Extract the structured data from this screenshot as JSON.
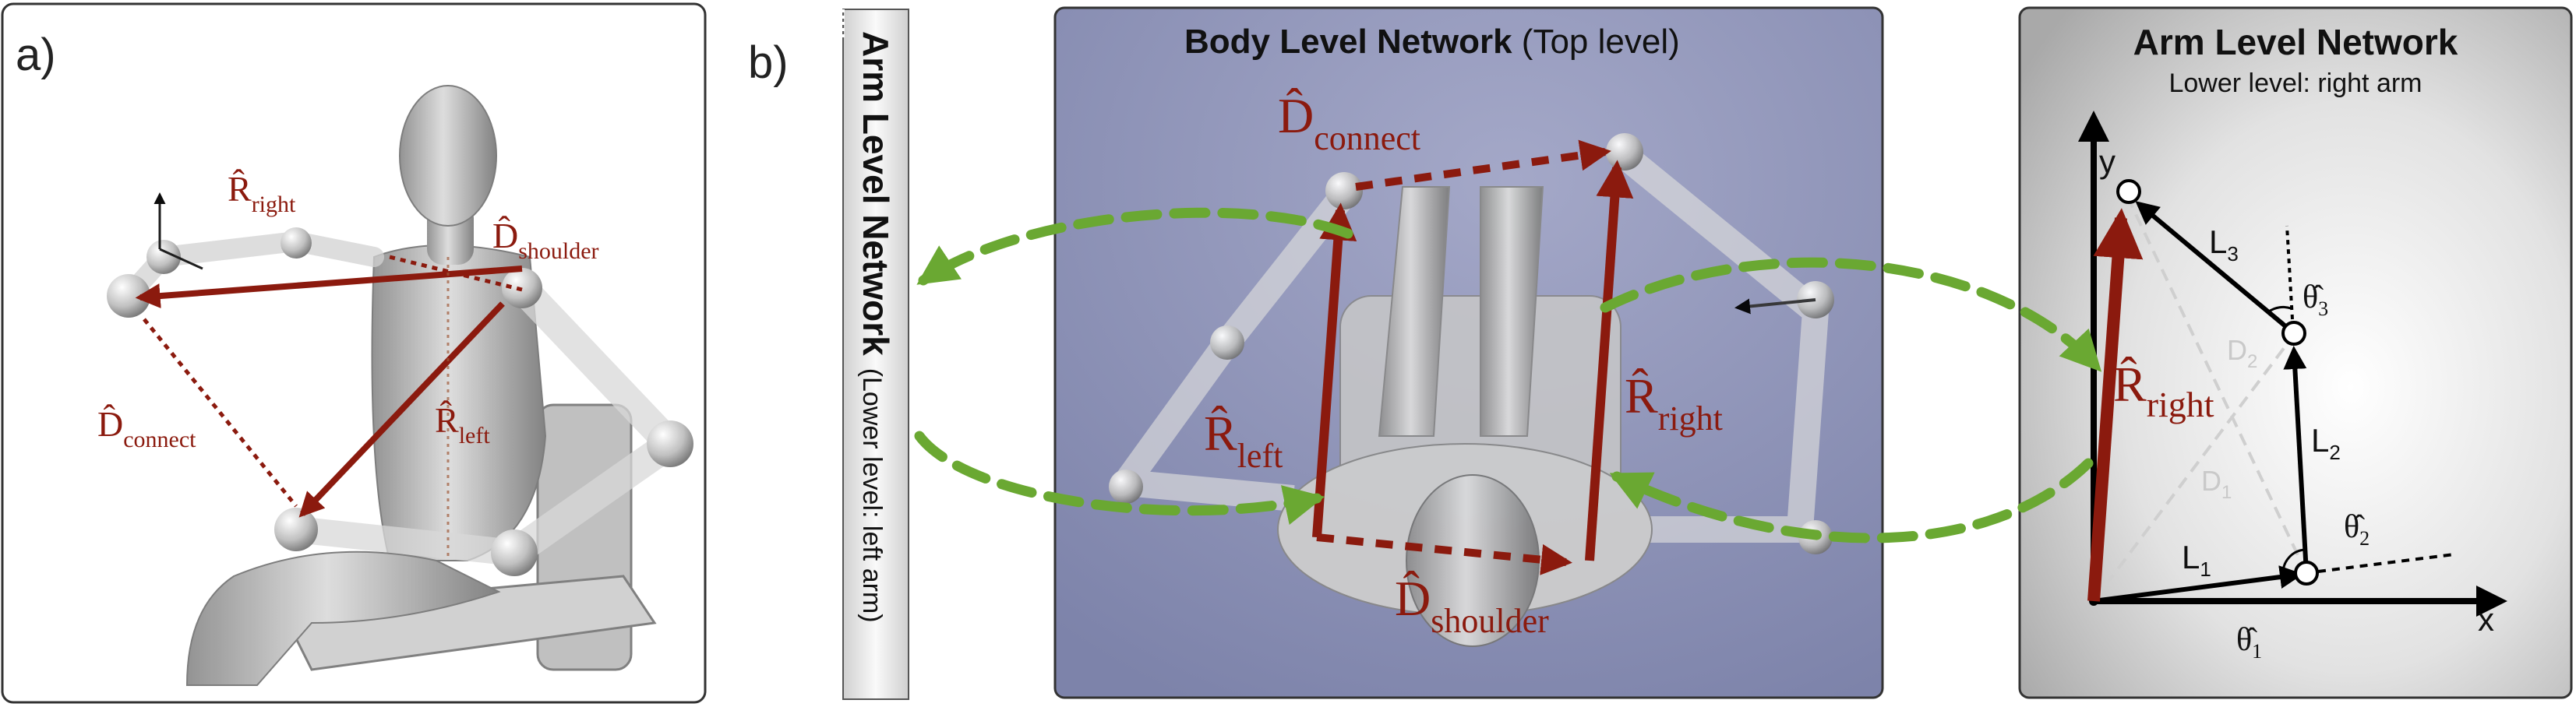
{
  "panel_a": {
    "label": "a)",
    "r_right": "R̂",
    "r_right_sub": "right",
    "d_shoulder": "D̂",
    "d_shoulder_sub": "shoulder",
    "d_connect": "D̂",
    "d_connect_sub": "connect",
    "r_left": "R̂",
    "r_left_sub": "left"
  },
  "panel_b": {
    "label": "b)",
    "left_network": {
      "title": "Arm Level Network",
      "subtitle": "(Lower level: left arm)"
    },
    "body_network": {
      "title": "Body Level Network",
      "title_suffix": " (Top level)",
      "d_connect": "D̂",
      "d_connect_sub": "connect",
      "r_left": "R̂",
      "r_left_sub": "left",
      "r_right": "R̂",
      "r_right_sub": "right",
      "d_shoulder": "D̂",
      "d_shoulder_sub": "shoulder"
    },
    "right_network": {
      "title": "Arm Level Network",
      "subtitle": "Lower level: right arm",
      "axis_y": "y",
      "axis_x": "x",
      "L1": "L",
      "L1_sub": "1",
      "L2": "L",
      "L2_sub": "2",
      "L3": "L",
      "L3_sub": "3",
      "D1": "D",
      "D1_sub": "1",
      "D2": "D",
      "D2_sub": "2",
      "theta1": "θ̂",
      "theta1_sub": "1",
      "theta2": "θ̂",
      "theta2_sub": "2",
      "theta3": "θ̂",
      "theta3_sub": "3",
      "r_right": "R̂",
      "r_right_sub": "right"
    }
  },
  "colors": {
    "dark_red": "#8b1a0e",
    "green_dashed": "#6aa832",
    "body_panel_bg": "#8d93b8",
    "arm_panel_bg": "#c9c9c9"
  }
}
